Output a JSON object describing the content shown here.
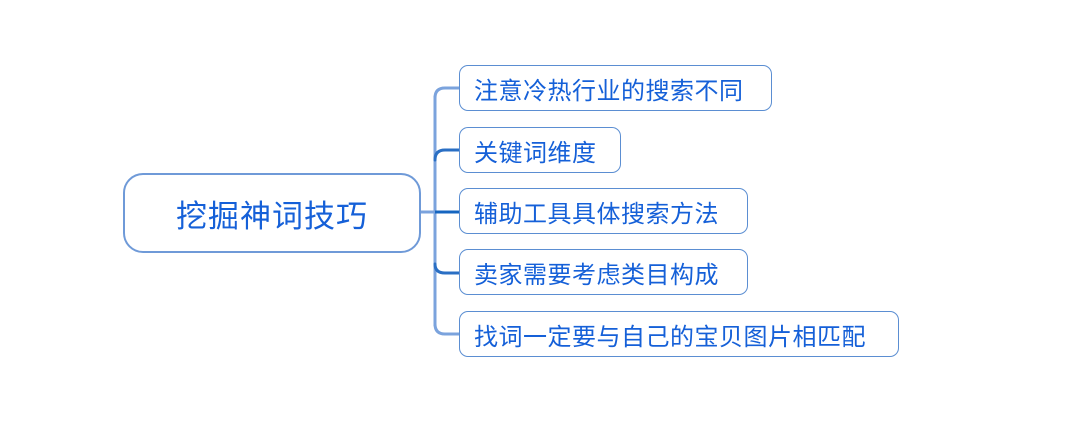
{
  "diagram": {
    "type": "mind-map",
    "title": "挖掘神词技巧",
    "orientation": "left-to-right",
    "colors": {
      "text": "#1560d8",
      "root_border": "#6f9ad8",
      "branch_border": "#5b8ed2",
      "trunk_line": "#7ba3dd",
      "stub_line": "#1565c0",
      "background": "#ffffff"
    },
    "root": {
      "label": "挖掘神词技巧"
    },
    "branches": [
      {
        "label": "注意冷热行业的搜索不同"
      },
      {
        "label": "关键词维度"
      },
      {
        "label": "辅助工具具体搜索方法"
      },
      {
        "label": "卖家需要考虑类目构成"
      },
      {
        "label": "找词一定要与自己的宝贝图片相匹配"
      }
    ]
  }
}
